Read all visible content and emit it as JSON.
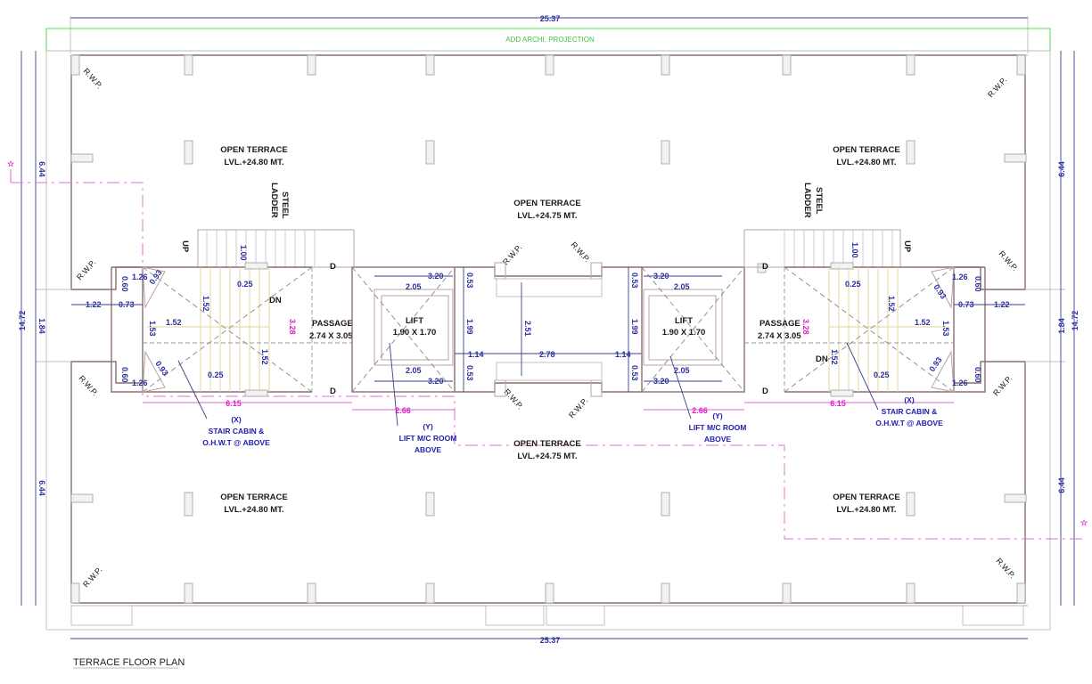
{
  "drawing": {
    "title": "TERRACE FLOOR PLAN",
    "projection_label": "ADD ARCHI. PROJECTION",
    "colors": {
      "wall": "#8a6f6f",
      "dimension": "#2a2fa0",
      "magenta": "#e020c8",
      "projection_green": "#44c244",
      "label": "#1a1a1a"
    },
    "overall_dimensions": {
      "top_width": "25.37",
      "bottom_width": "25.37",
      "left_total_height": "14.72",
      "right_total_height": "14.72",
      "left_upper": "6.44",
      "left_middle": "1.84",
      "left_lower": "6.44",
      "right_upper": "6.44",
      "right_middle": "1.84",
      "right_lower": "6.44"
    },
    "terraces": [
      {
        "name": "OPEN TERRACE",
        "level": "LVL.+24.80 MT.",
        "position": "top-left"
      },
      {
        "name": "OPEN TERRACE",
        "level": "LVL.+24.80 MT.",
        "position": "top-right"
      },
      {
        "name": "OPEN TERRACE",
        "level": "LVL.+24.75 MT.",
        "position": "top-center"
      },
      {
        "name": "OPEN TERRACE",
        "level": "LVL.+24.75 MT.",
        "position": "bottom-center"
      },
      {
        "name": "OPEN TERRACE",
        "level": "LVL.+24.80 MT.",
        "position": "bottom-left"
      },
      {
        "name": "OPEN TERRACE",
        "level": "LVL.+24.80 MT.",
        "position": "bottom-right"
      }
    ],
    "rwp_label": "R.W.P.",
    "steel_ladder": {
      "line1": "STEEL",
      "line2": "LADDER"
    },
    "stair_labels": {
      "up": "UP",
      "dn": "DN",
      "door": "D"
    },
    "passage": {
      "name": "PASSAGE",
      "size": "2.74 X 3.05"
    },
    "lift": {
      "name": "LIFT",
      "size": "1.90 X 1.70"
    },
    "stair_cabin_note": {
      "tag": "(X)",
      "line1": "STAIR CABIN &",
      "line2": "O.H.W.T  @ ABOVE"
    },
    "lift_room_note": {
      "tag": "(Y)",
      "line1": "LIFT M/C ROOM",
      "line2": "ABOVE"
    },
    "stair_dimensions": {
      "landing_w": "1.26",
      "landing_h": "0.60",
      "chamfer": "0.93",
      "offset_outer": "1.22",
      "offset_inner": "0.73",
      "flight_run": "1.52",
      "flight_width": "1.53",
      "tread": "0.25",
      "ladder": "1.00",
      "passage_h": "3.28",
      "stair_total": "6.15"
    },
    "lift_dimensions": {
      "outer": "3.20",
      "inner": "2.05",
      "wall": "0.53",
      "shaft": "1.99",
      "gap": "1.14",
      "mid_width": "2.78",
      "mid_height": "2.51",
      "lift_room": "2.66"
    }
  }
}
